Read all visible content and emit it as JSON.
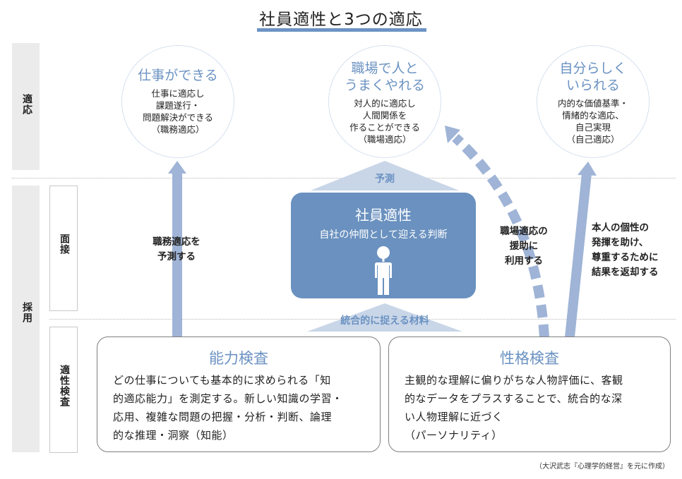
{
  "title": "社員適性と3つの適応",
  "rows": {
    "adaptation_label": "適応",
    "hiring_label": "採用",
    "interview_label": "面接",
    "aptitude_test_label": "適性検査"
  },
  "adaptations": [
    {
      "title_lines": [
        "仕事ができる"
      ],
      "body_lines": [
        "仕事に適応し",
        "課題遂行・",
        "問題解決ができる",
        "（職務適応）"
      ]
    },
    {
      "title_lines": [
        "職場で人と",
        "うまくやれる"
      ],
      "body_lines": [
        "対人的に適応し",
        "人間関係を",
        "作ることができる",
        "（職場適応）"
      ]
    },
    {
      "title_lines": [
        "自分らしく",
        "いられる"
      ],
      "body_lines": [
        "内的な価値基準・",
        "情緒的な適応、",
        "自己実現",
        "（自己適応）"
      ]
    }
  ],
  "center": {
    "predict_label": "予測",
    "title": "社員適性",
    "subtitle": "自社の仲間として迎える判断",
    "icon": "person-icon",
    "material_label": "統合的に捉える材料"
  },
  "arrows": {
    "left_label_lines": [
      "職務適応を",
      "予測する"
    ],
    "middle_label_lines": [
      "職場適応の",
      "援助に",
      "利用する"
    ],
    "right_label_lines": [
      "本人の個性の",
      "発揮を助け、",
      "尊重するために",
      "結果を返却する"
    ]
  },
  "tests": [
    {
      "title": "能力検査",
      "body_lines": [
        "どの仕事についても基本的に求められる「知",
        "的適応能力」を測定する。新しい知識の学習・",
        "応用、複雑な問題の把握・分析・判断、論理",
        "的な推理・洞察（知能）"
      ]
    },
    {
      "title": "性格検査",
      "body_lines": [
        "主観的な理解に偏りがちな人物評価に、客観",
        "的なデータをプラスすることで、統合的な深",
        "い人物理解に近づく",
        "（パーソナリティ）"
      ]
    }
  ],
  "footer": "（大沢武志『心理学的経営』を元に作成）",
  "colors": {
    "accent": "#6b92c2",
    "center_box": "#6a91bf",
    "arrow": "#9fb4d6",
    "triangle": "#c9d6e8",
    "band": "#ebebeb"
  }
}
